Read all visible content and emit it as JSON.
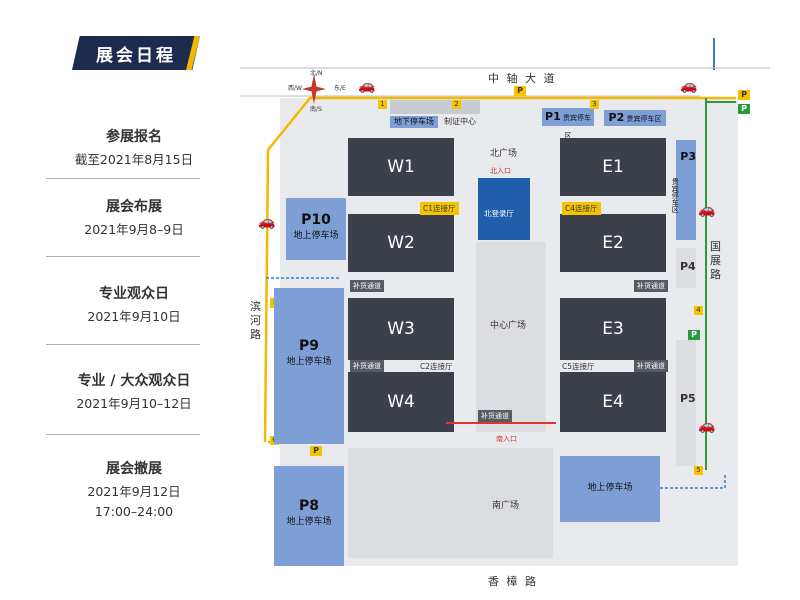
{
  "schedule": {
    "title": "展会日程",
    "items": [
      {
        "heading": "参展报名",
        "lines": [
          "截至2021年8月15日"
        ]
      },
      {
        "heading": "展会布展",
        "lines": [
          "2021年9月8–9日"
        ]
      },
      {
        "heading": "专业观众日",
        "lines": [
          "2021年9月10日"
        ]
      },
      {
        "heading": "专业 / 大众观众日",
        "lines": [
          "2021年9月10–12日"
        ]
      },
      {
        "heading": "展会撤展",
        "lines": [
          "2021年9月12日",
          "17:00–24:00"
        ]
      }
    ]
  },
  "map": {
    "compass": {
      "north": "北/N",
      "south": "南/S",
      "east": "东/E",
      "west": "西/W"
    },
    "roads": {
      "north": "中 轴 大 道",
      "south": "香 樟 路",
      "east": [
        "国",
        "展",
        "路"
      ],
      "west": [
        "滨",
        "河",
        "路"
      ]
    },
    "halls": {
      "w1": "W1",
      "w2": "W2",
      "w3": "W3",
      "w4": "W4",
      "e1": "E1",
      "e2": "E2",
      "e3": "E3",
      "e4": "E4"
    },
    "areas": {
      "north_plaza": "北广场",
      "center_plaza": "中心广场",
      "south_plaza": "南广场",
      "registration": "北登录厅",
      "north_entrance": "北入口",
      "south_entrance": "南入口",
      "underground_parking": "地下停车场",
      "cert_center": "制证中心"
    },
    "connectors": {
      "c1": "C1连接厅",
      "c2": "C2连接厅",
      "c4": "C4连接厅",
      "c5": "C5连接厅",
      "supply": "补货通道"
    },
    "parking": {
      "p1": {
        "label": "P1",
        "sub": "贵宾停车区"
      },
      "p2": {
        "label": "P2",
        "sub": "贵宾停车区"
      },
      "p3": {
        "label": "P3",
        "sub": "贵宾停车区"
      },
      "p4": {
        "label": "P4",
        "sub": ""
      },
      "p5": {
        "label": "P5",
        "sub": ""
      },
      "p8": {
        "label": "P8",
        "sub": "地上停车场"
      },
      "p9": {
        "label": "P9",
        "sub": "地上停车场"
      },
      "p10": {
        "label": "P10",
        "sub": "地上停车场"
      },
      "south_east_lot": {
        "label": "",
        "sub": "地上停车场"
      }
    },
    "gate_numbers": [
      "1",
      "2",
      "3",
      "4",
      "5",
      "6"
    ],
    "parking_sign": "P",
    "colors": {
      "hall": "#3c404a",
      "parking": "#7d9fd6",
      "route_yellow": "#f5b800",
      "route_green": "#2a9a3e",
      "route_blue": "#2f7fd0",
      "badge_navy": "#1c2b4e"
    }
  }
}
